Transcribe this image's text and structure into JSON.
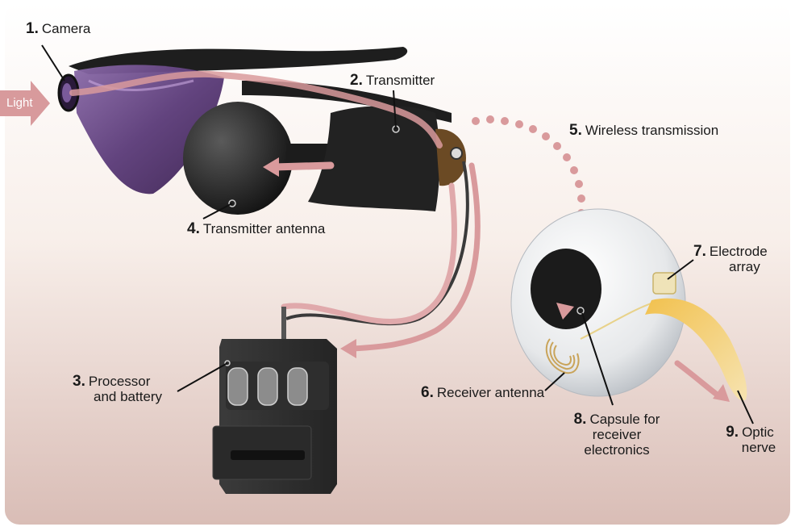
{
  "diagram": {
    "input_label": "Light",
    "labels": [
      {
        "num": "1.",
        "text": "Camera"
      },
      {
        "num": "2.",
        "text": "Transmitter"
      },
      {
        "num": "3.",
        "text": "Processor",
        "text2": "and battery"
      },
      {
        "num": "4.",
        "text": "Transmitter antenna"
      },
      {
        "num": "5.",
        "text": "Wireless transmission"
      },
      {
        "num": "6.",
        "text": "Receiver antenna"
      },
      {
        "num": "7.",
        "text": "Electrode",
        "text2": "array"
      },
      {
        "num": "8.",
        "text": "Capsule for",
        "text2": "receiver",
        "text3": "electronics"
      },
      {
        "num": "9.",
        "text": "Optic",
        "text2": "nerve"
      }
    ]
  },
  "colors": {
    "signal_path": "#d99a9c",
    "device_dark": "#2a2a2a",
    "lens_purple": "#5a3a78",
    "optic_nerve": "#e8b03a",
    "background_top": "#ffffff",
    "background_bottom": "#d9bdb6"
  }
}
